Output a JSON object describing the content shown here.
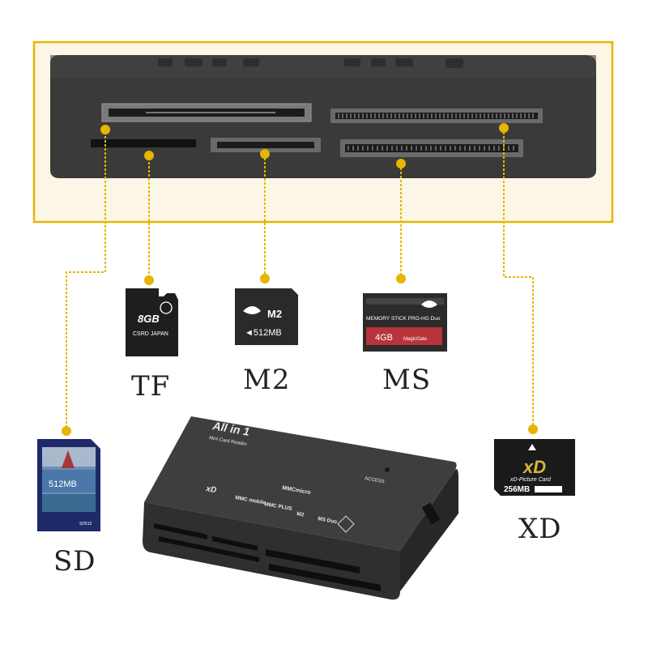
{
  "colors": {
    "callout_line": "#e8b400",
    "highlight_box": "#f3d96b",
    "reader_body": "#3c3c3c",
    "background": "#ffffff"
  },
  "labels": {
    "sd": "SD",
    "tf": "TF",
    "m2": "M2",
    "ms": "MS",
    "xd": "XD"
  },
  "tf_card": {
    "capacity": "8GB",
    "text": "CSRD JAPAN"
  },
  "m2_card": {
    "brand": "M2",
    "capacity": "◄512MB"
  },
  "ms_card": {
    "title": "MEMORY STICK PRO-HG Duo",
    "capacity": "4GB",
    "brand": "MagicGate"
  },
  "sd_card": {
    "capacity": "512MB",
    "text": "SD512"
  },
  "xd_card": {
    "logo": "xD",
    "subtitle": "xD-Picture Card",
    "capacity": "256MB"
  },
  "device": {
    "title": "All in 1",
    "subtitle": "Mini Card Reader",
    "access": "ACCESS",
    "mmc_micro": "MMCmicro",
    "xd": "xD",
    "mmc_mobile": "MMC mobile",
    "mmc_plus": "MMC PLUS",
    "m2": "M2",
    "ms_duo": "MS Duo"
  }
}
